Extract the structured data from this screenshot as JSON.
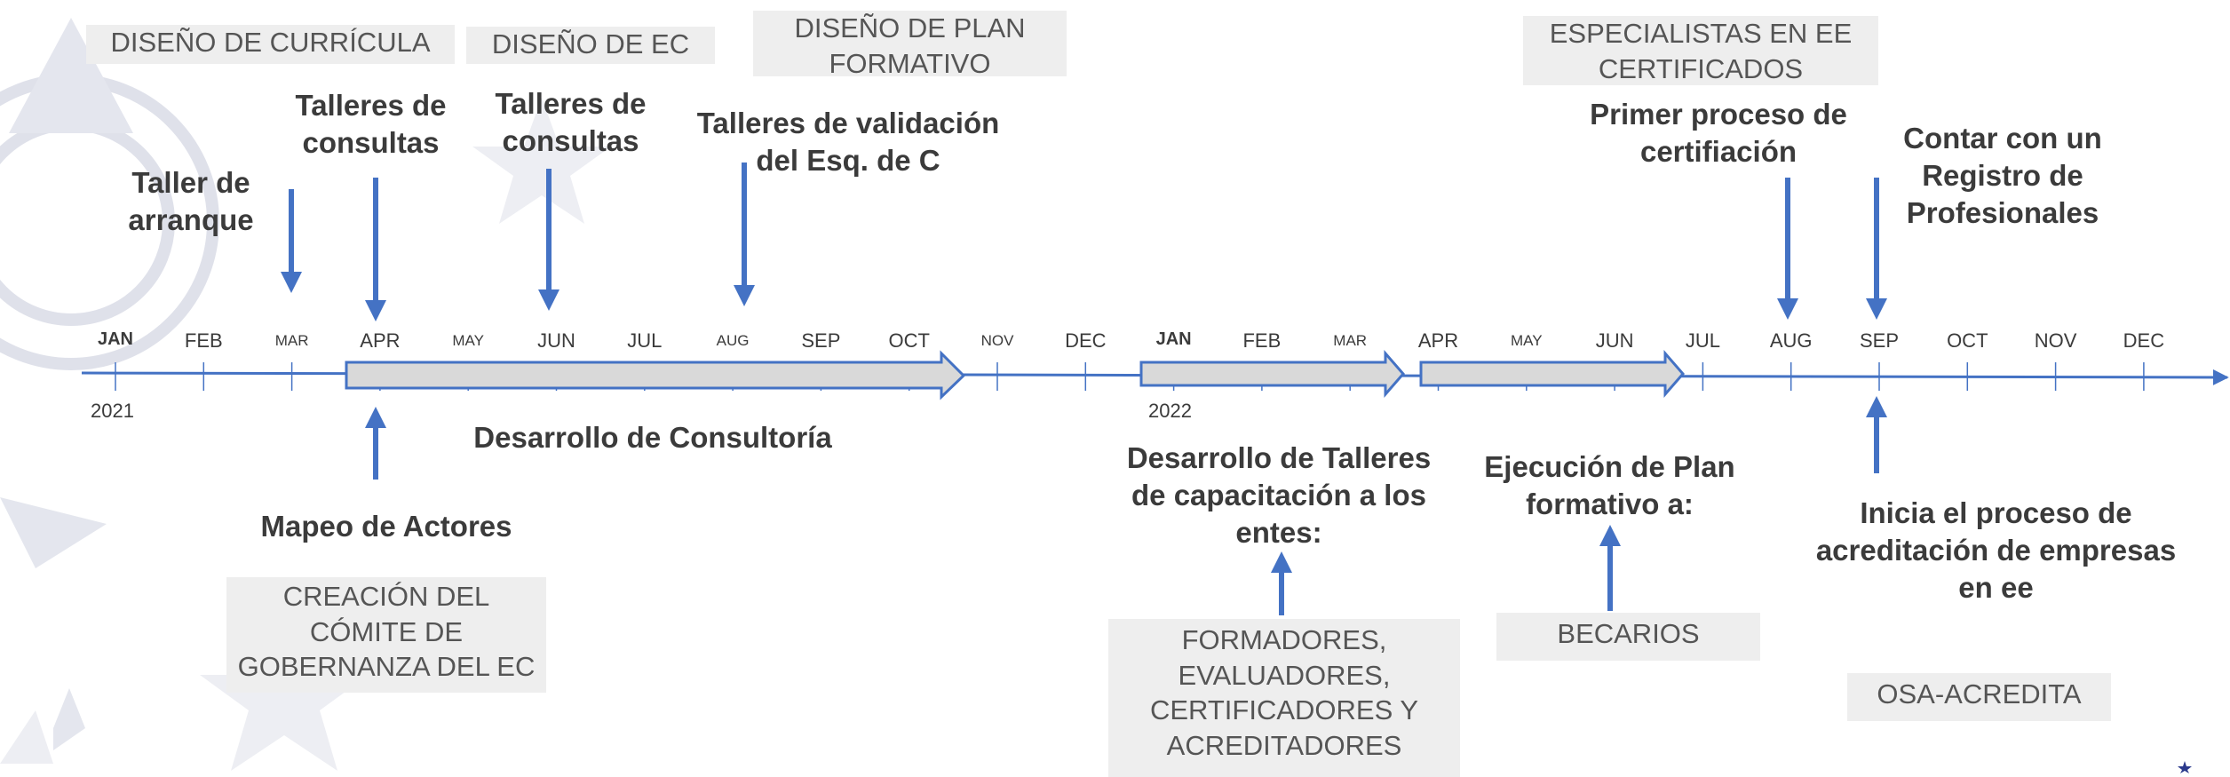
{
  "timeline": {
    "months": [
      "JAN",
      "FEB",
      "MAR",
      "APR",
      "MAY",
      "JUN",
      "JUL",
      "AUG",
      "SEP",
      "OCT",
      "NOV",
      "DEC",
      "JAN",
      "FEB",
      "MAR",
      "APR",
      "MAY",
      "JUN",
      "JUL",
      "AUG",
      "SEP",
      "OCT",
      "NOV",
      "DEC"
    ],
    "year_2021": "2021",
    "year_2022": "2022"
  },
  "phases": {
    "curricula": "DISEÑO DE CURRÍCULA",
    "ec": "DISEÑO DE EC",
    "plan_formativo": "DISEÑO DE PLAN FORMATIVO",
    "especialistas": "ESPECIALISTAS EN EE CERTIFICADOS"
  },
  "milestones_above": {
    "taller_arranque": "Taller de arranque",
    "talleres_consultas_1": "Talleres de consultas",
    "talleres_consultas_2": "Talleres de consultas",
    "talleres_validacion": "Talleres de validación del Esq. de C",
    "primer_proceso": "Primer proceso de certifiación",
    "registro": "Contar con un Registro de Profesionales"
  },
  "milestones_below": {
    "desarrollo_consultoria": "Desarrollo de Consultoría",
    "mapeo_actores": "Mapeo de Actores",
    "desarrollo_talleres": "Desarrollo de Talleres de capacitación a los entes:",
    "ejecucion_plan": "Ejecución de Plan formativo a:",
    "inicia_acreditacion": "Inicia el proceso de acreditación de empresas en ee"
  },
  "boxes_below": {
    "comite": "CREACIÓN DEL CÓMITE DE GOBERNANZA DEL EC",
    "formadores": "FORMADORES, EVALUADORES, CERTIFICADORES Y ACREDITADORES",
    "becarios": "BECARIOS",
    "osa": "OSA-ACREDITA"
  },
  "colors": {
    "arrow_blue": "#4472c4",
    "phase_box": "#eeeeee",
    "bar_fill": "#d9d9d9",
    "watermark": "#d7dae6"
  }
}
